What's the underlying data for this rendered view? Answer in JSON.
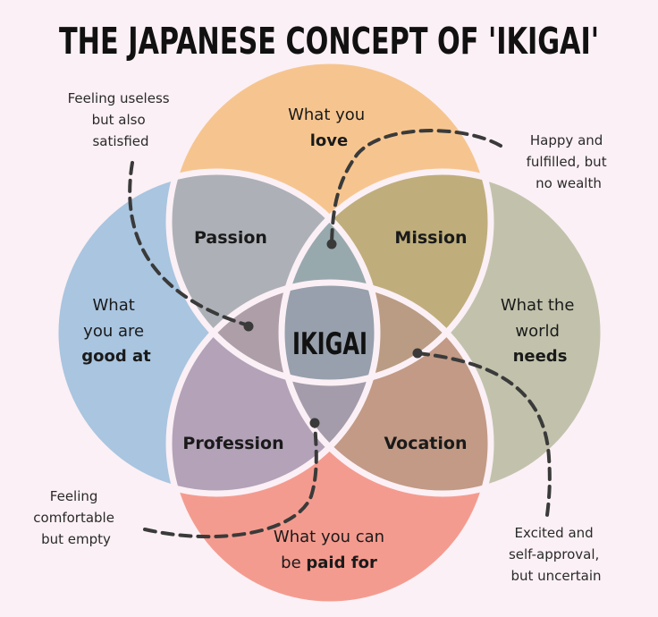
{
  "title": "THE JAPANESE CONCEPT OF 'IKIGAI'",
  "circles": {
    "love": {
      "line1": "What you",
      "line2": "love",
      "color": "#f6c58f"
    },
    "good_at": {
      "line1": "What",
      "line2": "you are",
      "line3": "good at",
      "color": "#a9c5e0"
    },
    "world_needs": {
      "line1": "What the",
      "line2": "world",
      "line3": "needs",
      "color": "#c2c2ac"
    },
    "paid_for": {
      "line1": "What you can",
      "line2": "be ",
      "line2_bold": "paid for",
      "color": "#f49b8f"
    }
  },
  "intersections": {
    "passion": "Passion",
    "mission": "Mission",
    "profession": "Profession",
    "vocation": "Vocation",
    "center": "IKIGAI"
  },
  "notes": {
    "top_left": [
      "Feeling useless",
      "but also",
      "satisfied"
    ],
    "top_right": [
      "Happy and",
      "fulfilled, but",
      "no wealth"
    ],
    "bottom_left": [
      "Feeling",
      "comfortable",
      "but empty"
    ],
    "bottom_right": [
      "Excited and",
      "self-approval,",
      "but uncertain"
    ]
  }
}
